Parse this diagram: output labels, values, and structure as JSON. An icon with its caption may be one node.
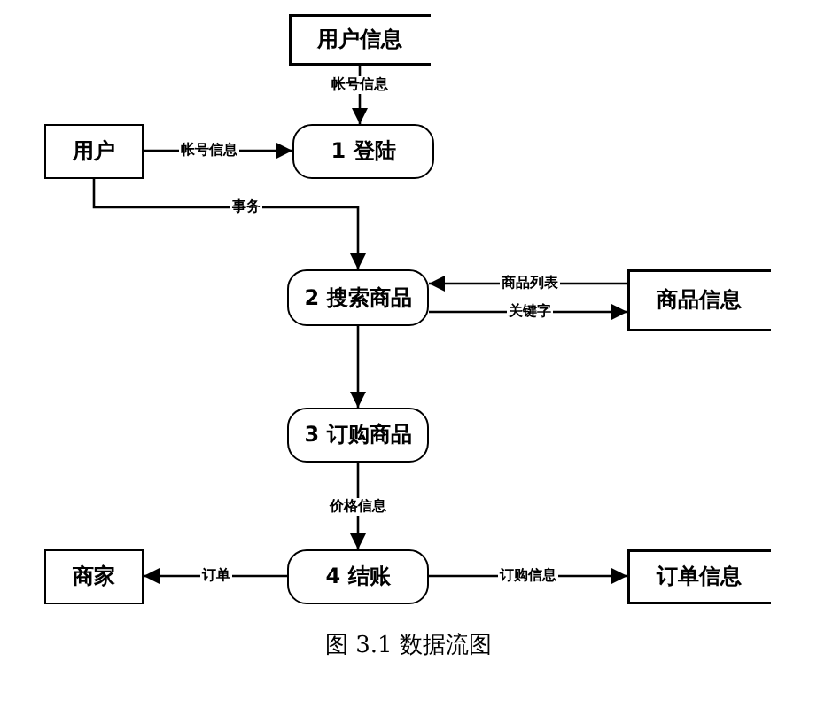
{
  "diagram": {
    "caption": "图 3.1 数据流图",
    "nodes": [
      {
        "text": [
          "用户信息"
        ]
      },
      {
        "text": [
          "用户"
        ]
      },
      {
        "text": [
          "1 登陆"
        ]
      },
      {
        "text": [
          "2 搜索商品"
        ]
      },
      {
        "text": [
          "商品信息"
        ]
      },
      {
        "text": [
          "3 订购商品"
        ]
      },
      {
        "text": [
          "商家"
        ]
      },
      {
        "text": [
          "4 结账"
        ]
      },
      {
        "text": [
          "订单信息"
        ]
      }
    ],
    "edges": [
      {
        "from": 0,
        "to": 2,
        "arrow": "to",
        "label": "帐号信息"
      },
      {
        "from": 1,
        "to": 2,
        "arrow": "to",
        "label": "帐号信息"
      },
      {
        "from": 1,
        "to": 3,
        "arrow": "to",
        "label": "事务"
      },
      {
        "from": 4,
        "to": 3,
        "arrow": "to",
        "label": "商品列表"
      },
      {
        "from": 3,
        "to": 4,
        "arrow": "to",
        "label": "关键字"
      },
      {
        "from": 3,
        "to": 5,
        "arrow": "to"
      },
      {
        "from": 5,
        "to": 7,
        "arrow": "to",
        "label": "价格信息"
      },
      {
        "from": 7,
        "to": 6,
        "arrow": "to",
        "label": "订单"
      },
      {
        "from": 7,
        "to": 8,
        "arrow": "to",
        "label": "订购信息"
      }
    ]
  }
}
